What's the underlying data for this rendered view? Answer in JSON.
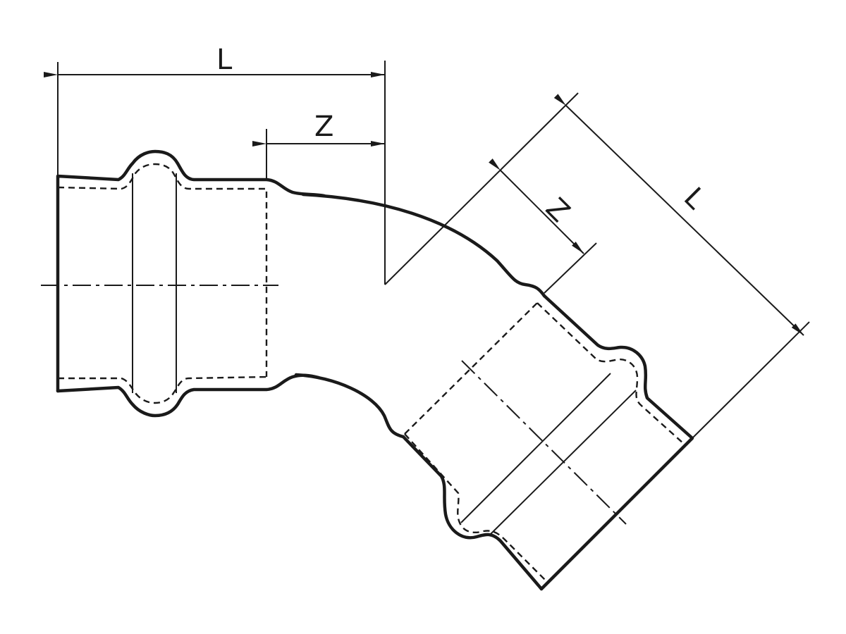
{
  "dimensions": {
    "straight_length_label": "L",
    "straight_offset_label": "Z",
    "angled_offset_label": "Z",
    "angled_length_label": "L"
  },
  "colors": {
    "line": "#1a1a1a",
    "background": "#ffffff"
  }
}
